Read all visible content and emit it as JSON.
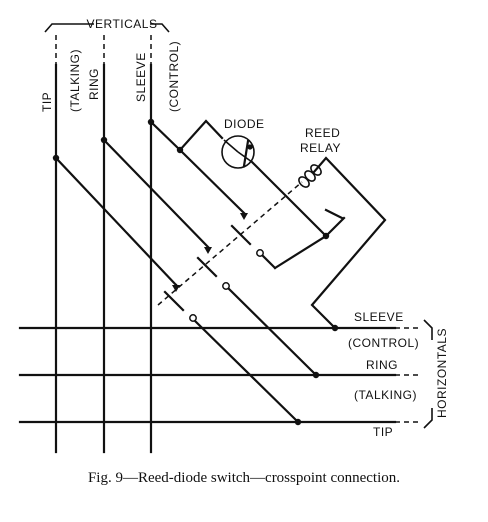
{
  "labels": {
    "verticals": "VERTICALS",
    "tip_v": "TIP",
    "talking_v": "(TALKING)",
    "ring_v": "RING",
    "sleeve_v": "SLEEVE",
    "control_v": "(CONTROL)",
    "diode": "DIODE",
    "reed": "REED",
    "relay": "RELAY",
    "sleeve_h": "SLEEVE",
    "control_h": "(CONTROL)",
    "ring_h": "RING",
    "talking_h": "(TALKING)",
    "tip_h": "TIP",
    "horizontals": "HORIZONTALS"
  },
  "caption": "Fig. 9—Reed-diode switch—crosspoint connection."
}
